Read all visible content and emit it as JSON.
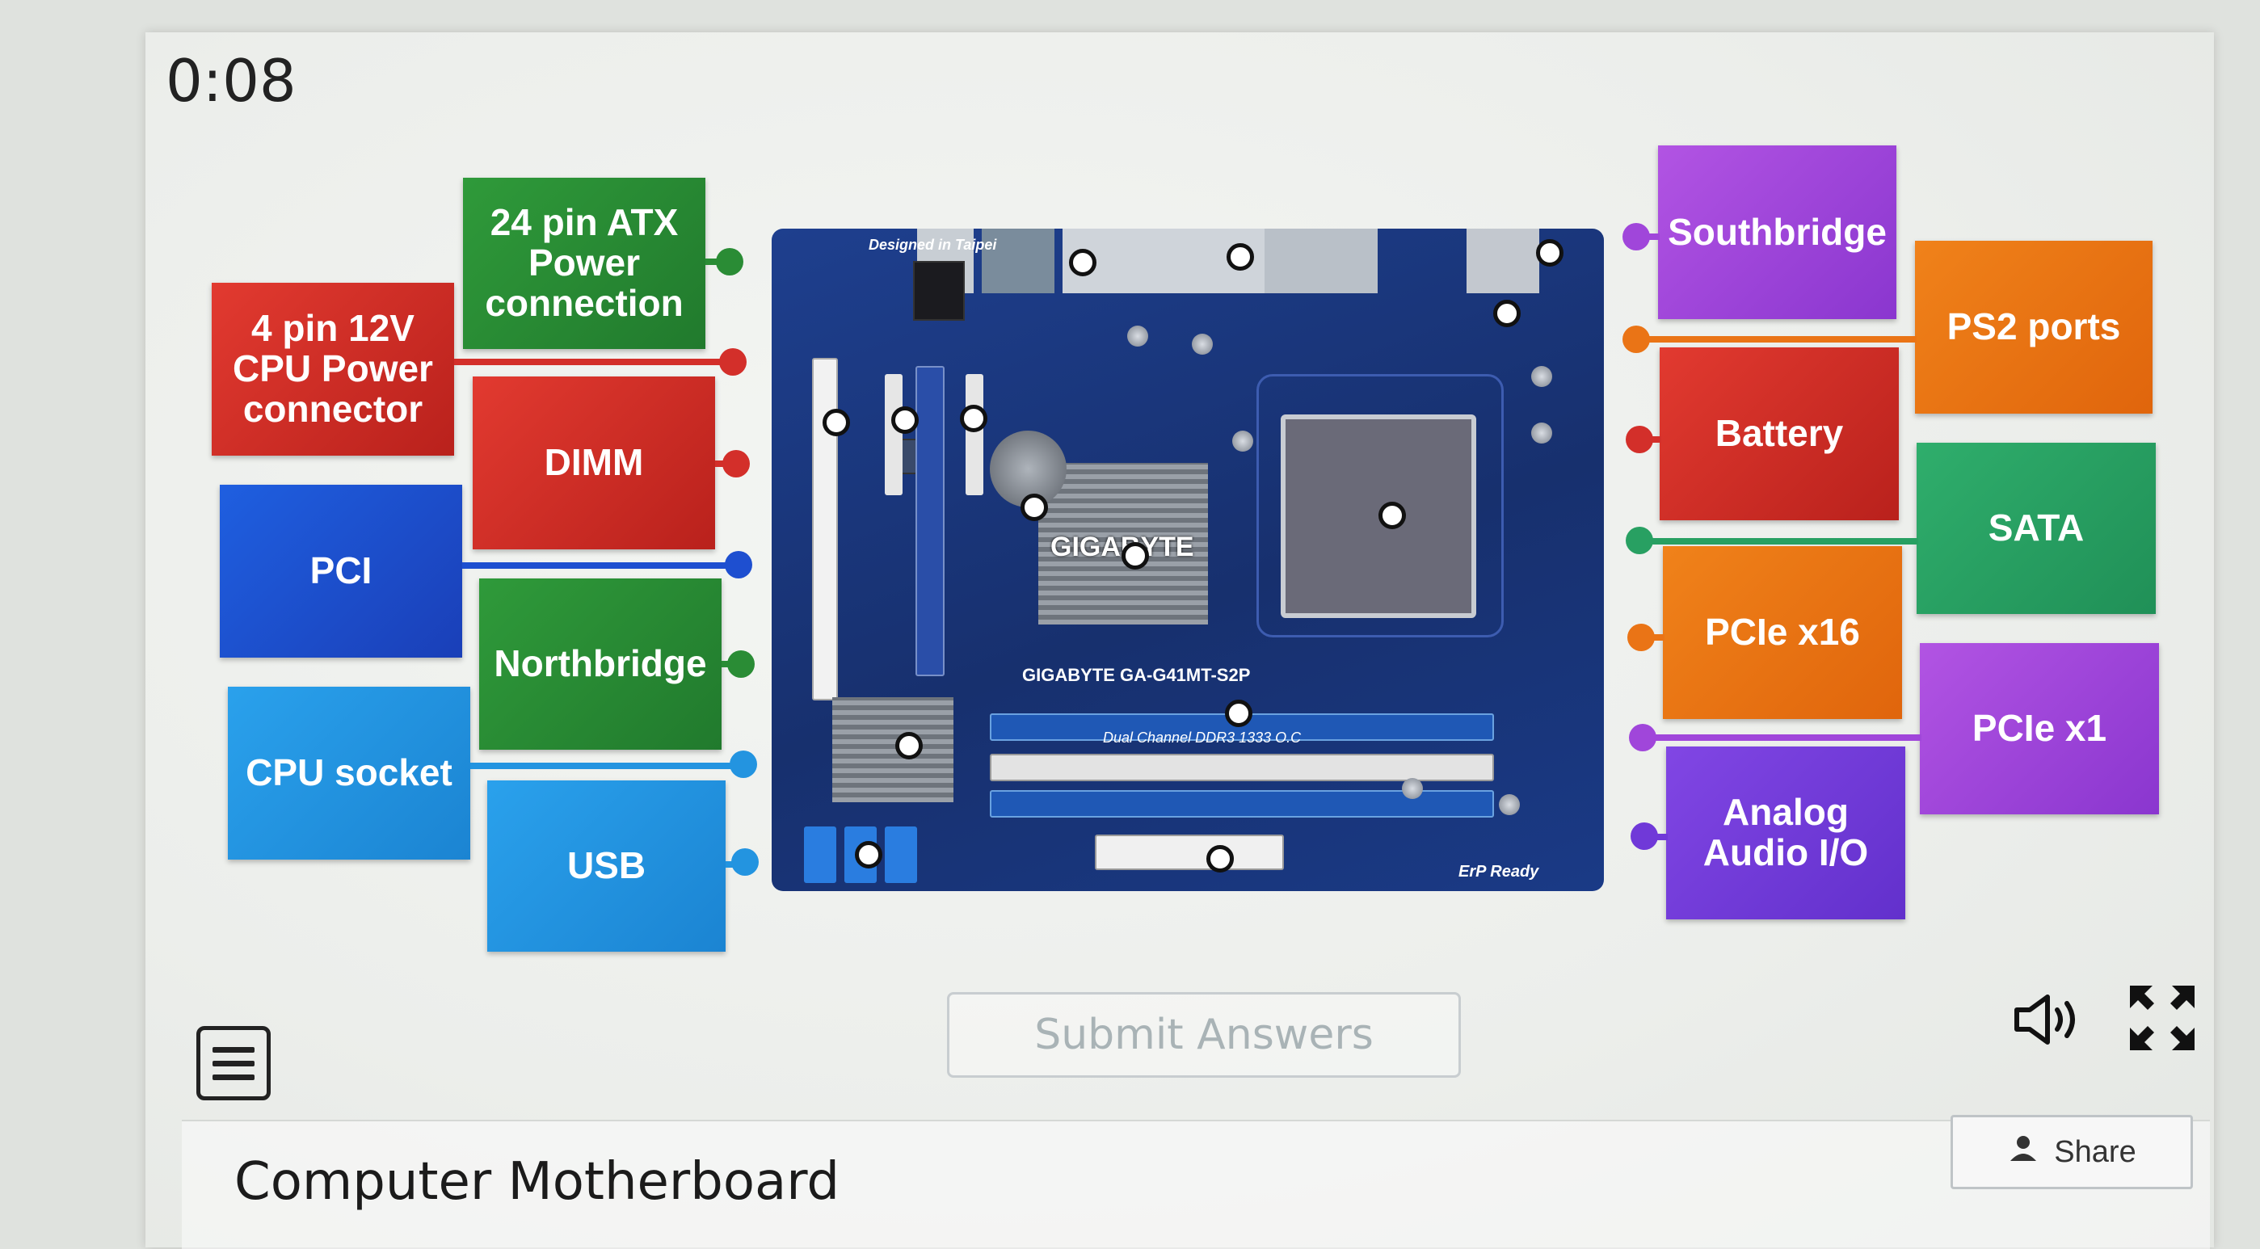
{
  "timer": "0:08",
  "labels": {
    "atx_power": "24 pin ATX Power connection",
    "cpu_power": "4 pin 12V CPU Power connector",
    "dimm": "DIMM",
    "pci": "PCI",
    "northbridge": "Northbridge",
    "cpu_socket": "CPU socket",
    "usb": "USB",
    "southbridge": "Southbridge",
    "ps2": "PS2 ports",
    "battery": "Battery",
    "sata": "SATA",
    "pcie16": "PCIe x16",
    "pcie1": "PCIe x1",
    "audio": "Analog Audio I/O"
  },
  "board": {
    "brand": "GIGABYTE",
    "model": "GIGABYTE GA-G41MT-S2P",
    "designed_in": "Designed in Taipei",
    "ddr_text": "Dual Channel DDR3 1333 O.C",
    "erp": "ErP Ready"
  },
  "controls": {
    "submit": "Submit Answers",
    "share": "Share",
    "menu_icon": "hamburger-menu-icon",
    "sound_icon": "speaker-icon",
    "fullscreen_icon": "expand-icon"
  },
  "activity_title": "Computer Motherboard",
  "colors": {
    "red": "#d32f2a",
    "green": "#2a8c35",
    "blue": "#1e4fd0",
    "lightblue": "#2394e0",
    "purple": "#a046da",
    "orange": "#ea7416",
    "teal": "#28a062",
    "violet": "#7039d8"
  }
}
